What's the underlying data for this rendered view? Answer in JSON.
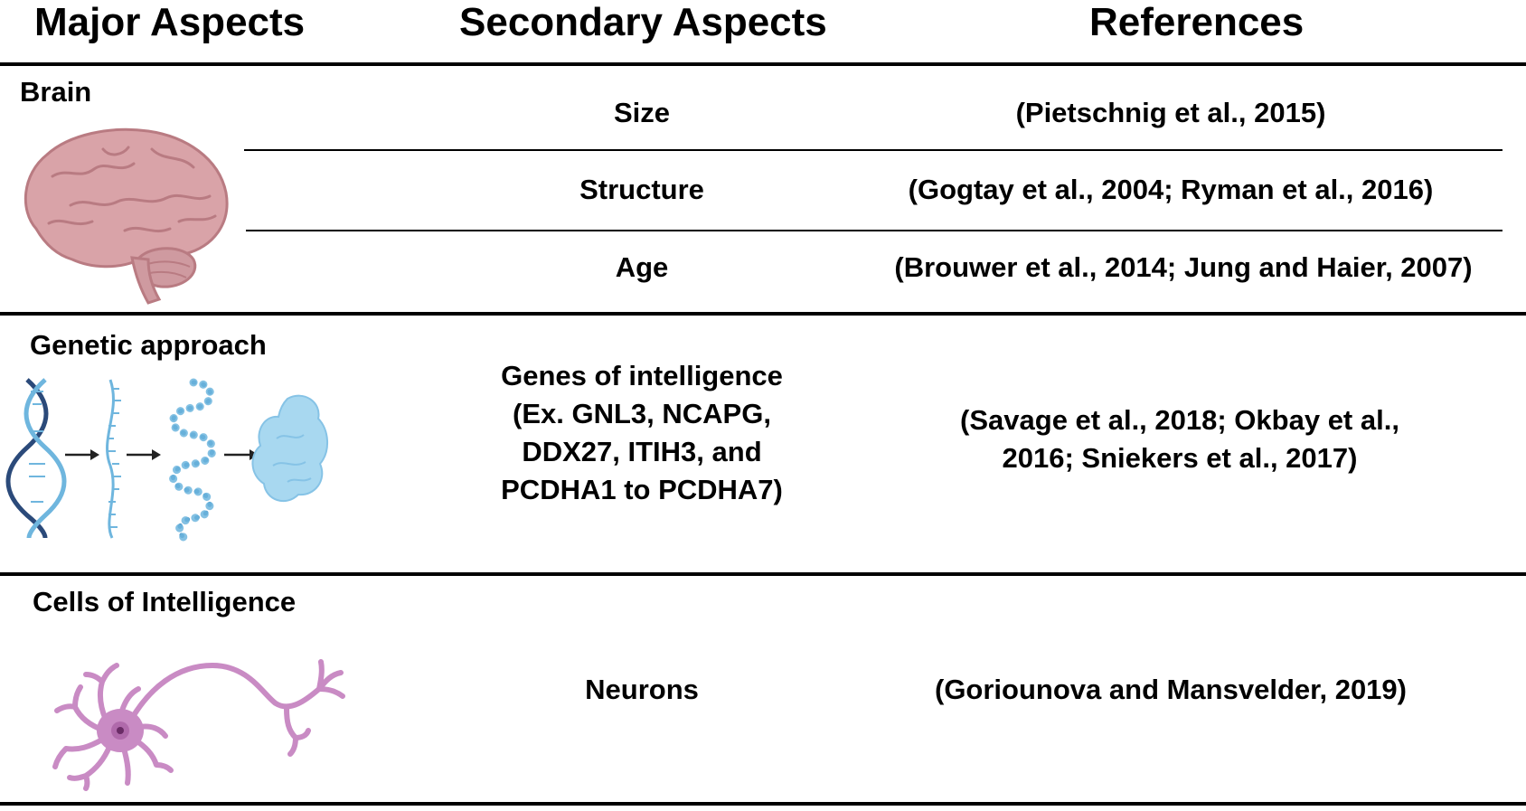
{
  "header": {
    "col1": "Major Aspects",
    "col2": "Secondary Aspects",
    "col3": "References"
  },
  "rows": [
    {
      "major": "Brain",
      "icon": "brain-icon",
      "sub": [
        {
          "secondary": "Size",
          "reference": "(Pietschnig et al., 2015)"
        },
        {
          "secondary": "Structure",
          "reference": "(Gogtay et al., 2004; Ryman et al., 2016)"
        },
        {
          "secondary": "Age",
          "reference": "(Brouwer et al., 2014; Jung and Haier, 2007)"
        }
      ]
    },
    {
      "major": "Genetic approach",
      "icon": "dna-to-protein-icon",
      "secondary_lines": [
        "Genes of intelligence",
        "(Ex. GNL3, NCAPG,",
        "DDX27, ITIH3, and",
        "PCDHA1 to PCDHA7)"
      ],
      "reference_lines": [
        "(Savage et al., 2018; Okbay et al.,",
        "2016; Sniekers et al., 2017)"
      ]
    },
    {
      "major": "Cells of Intelligence",
      "icon": "neuron-icon",
      "secondary": "Neurons",
      "reference": "(Goriounova and Mansvelder, 2019)"
    }
  ],
  "colors": {
    "brain": "#d9a3a8",
    "brain_dark": "#b97b82",
    "dna_dark": "#2b4a7a",
    "dna_light": "#6fb6de",
    "protein": "#a8d8f0",
    "neuron": "#c98bc4"
  }
}
